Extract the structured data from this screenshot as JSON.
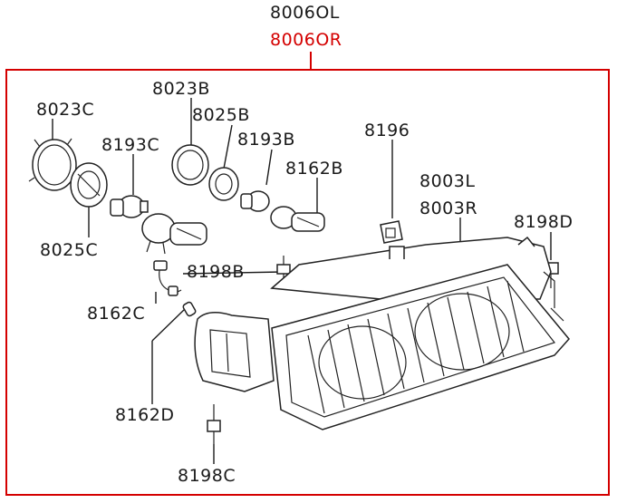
{
  "assembly": {
    "left_part_no": "8006OL",
    "right_part_no": "8006OR"
  },
  "callouts": {
    "p8023C": "8023C",
    "p8023B": "8023B",
    "p8025B": "8025B",
    "p8193C": "8193C",
    "p8193B": "8193B",
    "p8162B": "8162B",
    "p8196": "8196",
    "p8003L": "8003L",
    "p8003R": "8003R",
    "p8198D": "8198D",
    "p8025C": "8025C",
    "p8198B": "8198B",
    "p8162C": "8162C",
    "p8162D": "8162D",
    "p8198C": "8198C"
  },
  "colors": {
    "highlight": "#d40000",
    "ink": "#1a1a1a"
  }
}
